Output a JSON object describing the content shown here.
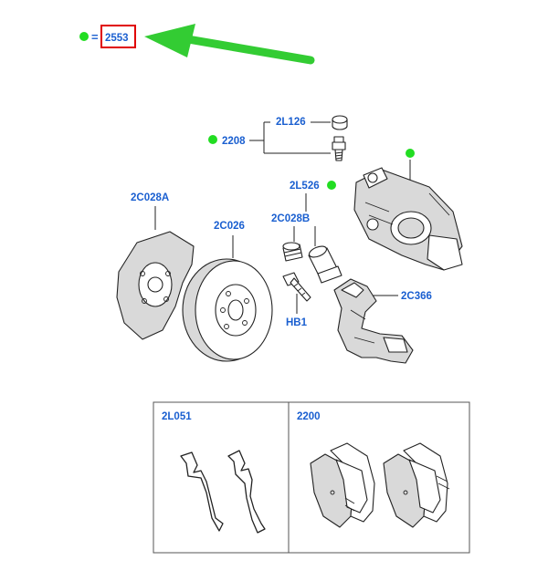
{
  "legend": {
    "equals": "=",
    "code": "2553"
  },
  "labels": {
    "l2l126": "2L126",
    "l2208": "2208",
    "l2l526": "2L526",
    "l2c028a": "2C028A",
    "l2c026": "2C026",
    "l2c028b": "2C028B",
    "l2c366": "2C366",
    "lhb1": "HB1",
    "l2l051": "2L051",
    "l2200": "2200"
  },
  "colors": {
    "label_blue": "#1a5fd0",
    "marker_green": "#22dd22",
    "arrow_green": "#33cc33",
    "highlight_red": "#e00000"
  }
}
